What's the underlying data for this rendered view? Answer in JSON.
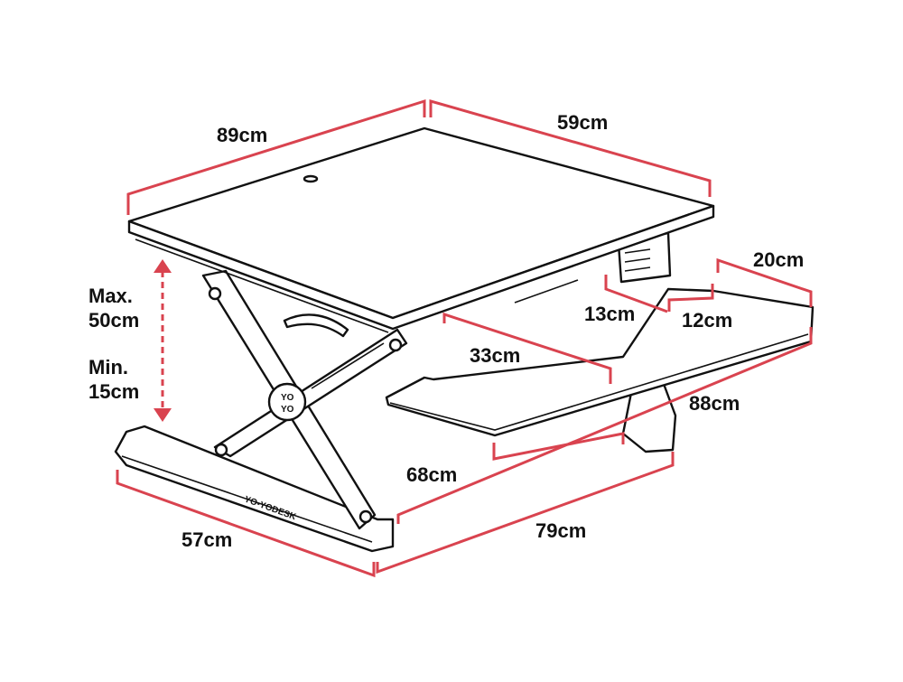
{
  "product": {
    "brand_text": "YO-YODESK",
    "logo_text": "YO YO"
  },
  "dimensions": {
    "top_width": "89cm",
    "top_depth": "59cm",
    "height_max": "Max.\n50cm",
    "height_max_line1": "Max.",
    "height_max_line2": "50cm",
    "height_min_line1": "Min.",
    "height_min_line2": "15cm",
    "tray_depth": "20cm",
    "tray_notch_a": "13cm",
    "tray_notch_b": "12cm",
    "tray_inner": "33cm",
    "tray_width": "88cm",
    "base_inner": "68cm",
    "base_width": "79cm",
    "base_depth": "57cm"
  },
  "colors": {
    "dimension_line": "#d9434f",
    "drawing": "#111111"
  }
}
